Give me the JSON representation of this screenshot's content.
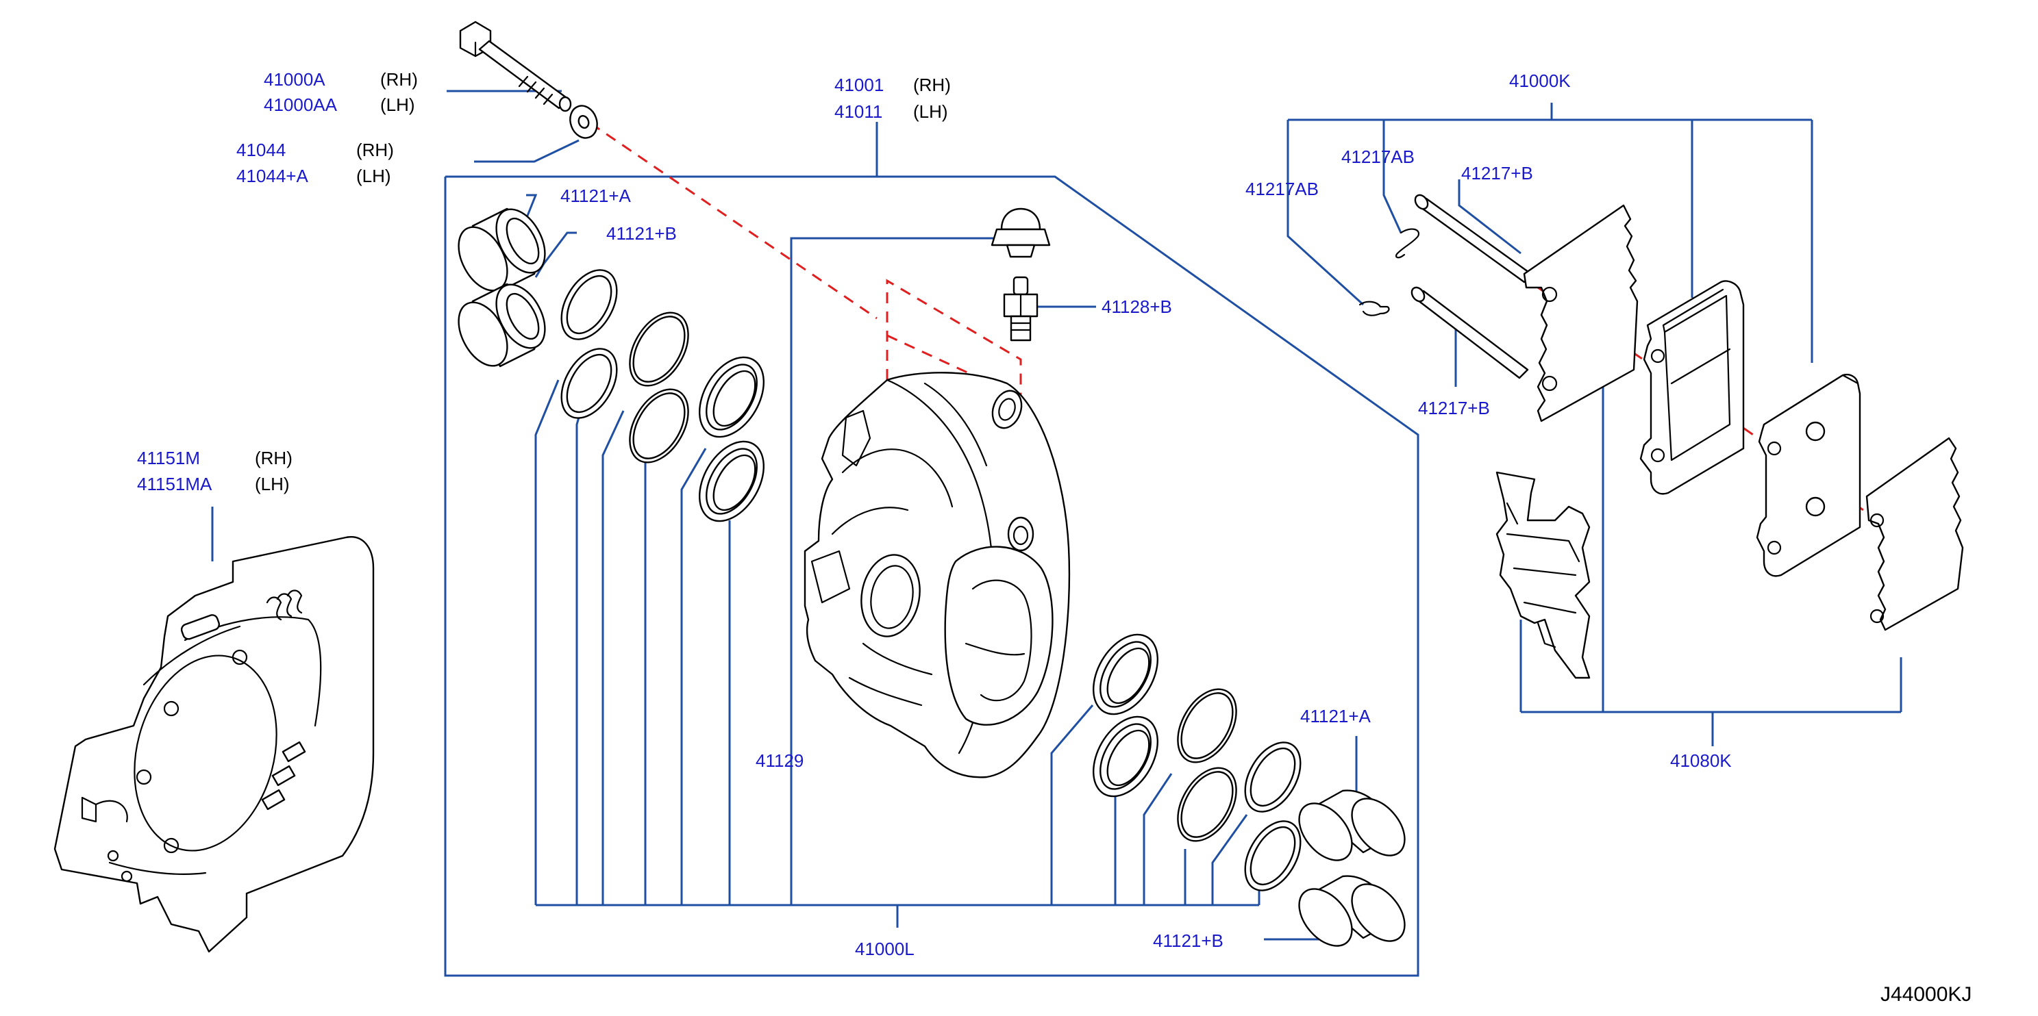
{
  "colors": {
    "label": "#1a1acc",
    "leader": "#1f4fa3",
    "centerline": "#e02020",
    "part": "#000000"
  },
  "labels": {
    "bolt_rh": "41000A",
    "bolt_rh_side": "(RH)",
    "bolt_lh": "41000AA",
    "bolt_lh_side": "(LH)",
    "washer_rh": "41044",
    "washer_rh_side": "(RH)",
    "washer_lh": "41044+A",
    "washer_lh_side": "(LH)",
    "caliper_rh": "41001",
    "caliper_rh_side": "(RH)",
    "caliper_lh": "41011",
    "caliper_lh_side": "(LH)",
    "piston_a_top": "41121+A",
    "piston_b_top": "41121+B",
    "bleeder": "41128+B",
    "bleeder_cap": "41129",
    "seal_kit": "41000L",
    "piston_a_bottom": "41121+A",
    "piston_b_bottom": "41121+B",
    "splash_rh": "41151M",
    "splash_rh_side": "(RH)",
    "splash_lh": "41151MA",
    "splash_lh_side": "(LH)",
    "pad_kit": "41000K",
    "clip_a": "41217AB",
    "clip_b": "41217AB",
    "pin_a": "41217+B",
    "pin_b": "41217+B",
    "pad_set": "41080K",
    "diagram_code": "J44000KJ"
  },
  "icons": [
    "bolt-icon",
    "washer-icon",
    "piston-icon",
    "seal-ring-icon",
    "caliper-icon",
    "bleeder-screw-icon",
    "bleeder-cap-icon",
    "splash-shield-icon",
    "brake-pad-icon",
    "shim-icon",
    "pad-pin-icon",
    "clip-icon",
    "anti-rattle-spring-icon"
  ]
}
